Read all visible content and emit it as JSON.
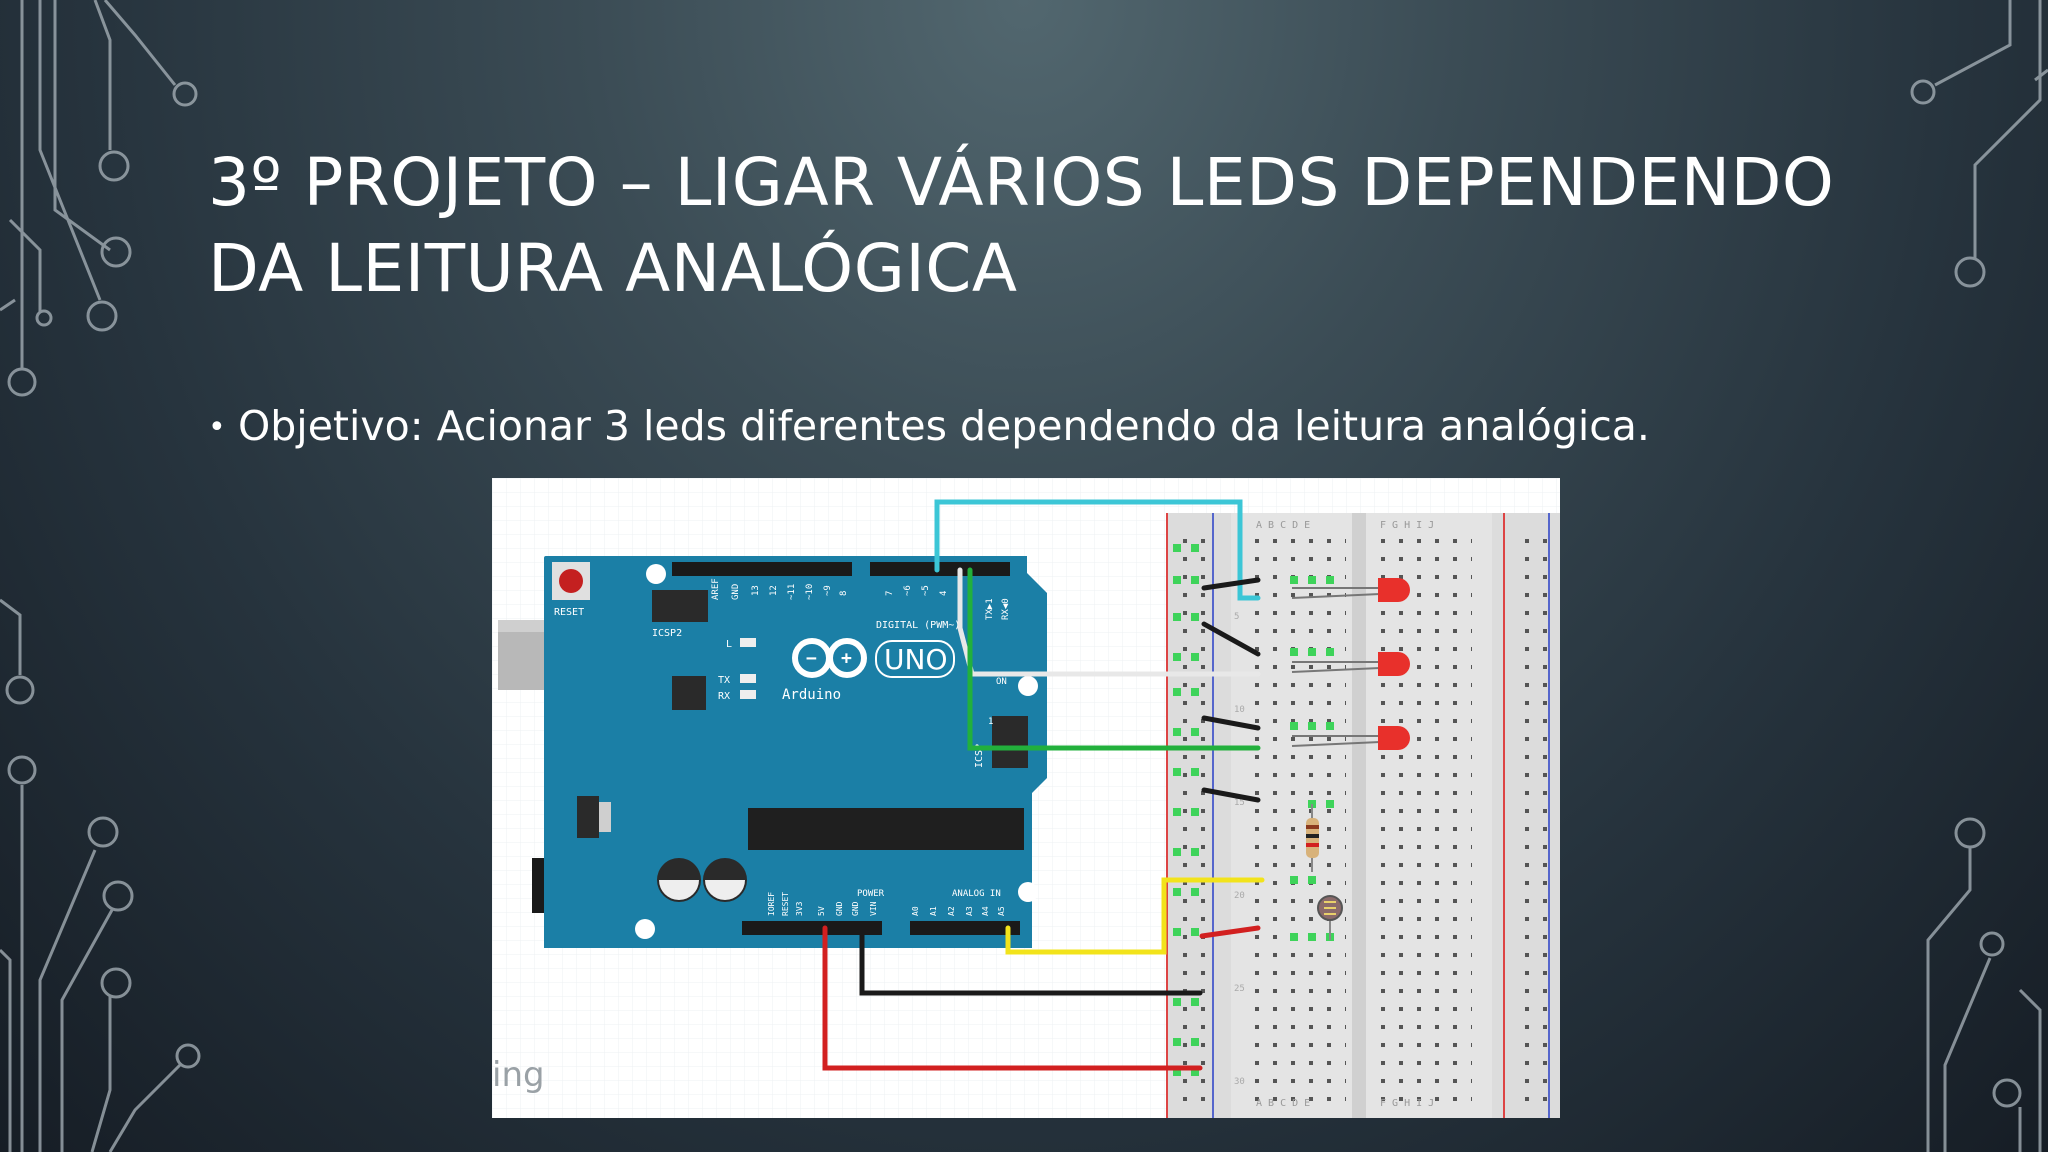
{
  "slide": {
    "title_line1": "3º PROJETO – LIGAR VÁRIOS LEDS DEPENDENDO",
    "title_line2": "DA LEITURA ANALÓGICA",
    "bullet_symbol": "•",
    "bullet_text": "Objetivo: Acionar 3 leds diferentes dependendo da leitura analógica."
  },
  "diagram": {
    "board": {
      "reset": "RESET",
      "icsp2": "ICSP2",
      "icsp": "ICSP",
      "digital": "DIGITAL (PWM~)",
      "uno": "UNO",
      "brand": "Arduino",
      "led_l": "L",
      "tx": "TX",
      "rx": "RX",
      "power": "POWER",
      "analog_in": "ANALOG IN",
      "aref": "AREF",
      "gnd": "GND",
      "txd": "TX▶1",
      "rxd": "RX◀0",
      "ioref": "IOREF",
      "reset_pin": "RESET",
      "v33": "3V3",
      "v5": "5V",
      "gnd2": "GND",
      "gnd3": "GND",
      "vin": "VIN",
      "a0": "A0",
      "a1": "A1",
      "a2": "A2",
      "a3": "A3",
      "a4": "A4",
      "a5": "A5",
      "d13": "13",
      "d12": "12",
      "d11": "~11",
      "d10": "~10",
      "d9": "~9",
      "d8": "8",
      "d7": "7",
      "d6": "~6",
      "d5": "~5",
      "d4": "4",
      "on": "ON",
      "icsp_one": "1"
    },
    "breadboard": {
      "cols_left": "A B C D E",
      "cols_right": "F G H I J",
      "row_5": "5",
      "row_10": "10",
      "row_15": "15",
      "row_20": "20",
      "row_25": "25",
      "row_30": "30"
    },
    "watermark": "ing",
    "colors": {
      "board": "#1b7fa6",
      "wire_cyan": "#3cc6d6",
      "wire_white": "#e8e8e8",
      "wire_green": "#22b03c",
      "wire_yellow": "#f2e31b",
      "wire_red": "#d22020",
      "wire_black": "#1a1a1a",
      "led": "#e8302b"
    }
  }
}
